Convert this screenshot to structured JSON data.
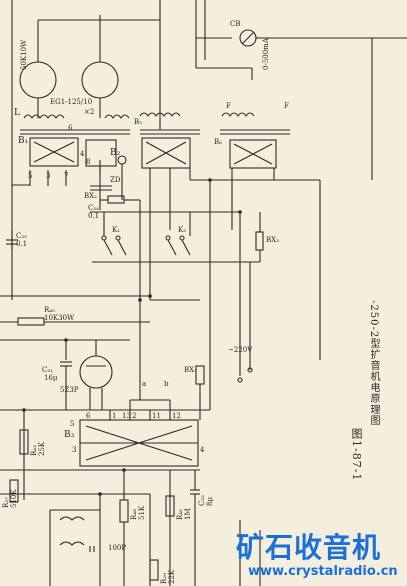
{
  "figure": {
    "number": "图1-87-1",
    "caption": "-250-2型扩音机电原理图"
  },
  "components": {
    "r_top": "50K10W",
    "tube_eg": "EG1-125/10",
    "tube_count": "×2",
    "b1": "B₁",
    "l": "L",
    "b2": "B₂",
    "zd": "ZD",
    "bx2": "BX₂",
    "c24": "C₂₄",
    "c24_val": "0.1",
    "c25": "C₂₅",
    "c25_val": "0.1",
    "k1": "K₁",
    "k2": "K₂",
    "bx3": "BX₃",
    "r45": "R₄₅",
    "r45_val": "10K30W",
    "c21": "C₂₁",
    "c21_val": "16μ",
    "tube_5z3p": "5Z3P",
    "bx1": "BX₁",
    "mains": "~220V",
    "b3": "B₃",
    "b5": "B₅",
    "b6": "B₆",
    "cb": "CB",
    "meter": "0-500mA",
    "r_43": "R₄₃",
    "r_43_val": "25K",
    "r_27": "R₂₇",
    "r_27_val": "510K",
    "r_48": "R₄₈",
    "r_48_val": "51K",
    "r_46": "R₄₆",
    "r_46_val": "1M",
    "c_22": "C₂₂",
    "c_22_val": "8μ",
    "r_29": "R₂₉",
    "r_29_val": "22K",
    "c_pf": "100P",
    "f1": "F",
    "f2": "F",
    "term_a": "a",
    "term_b": "b",
    "pins_b1": [
      "5",
      "3",
      "7",
      "4",
      "6",
      "8"
    ],
    "pins_b3": [
      "6",
      "5",
      "3",
      "1",
      "2",
      "4",
      "11",
      "12",
      "13"
    ]
  },
  "watermark": {
    "cn": "矿石收音机",
    "url": "www.crystalradio.cn"
  }
}
